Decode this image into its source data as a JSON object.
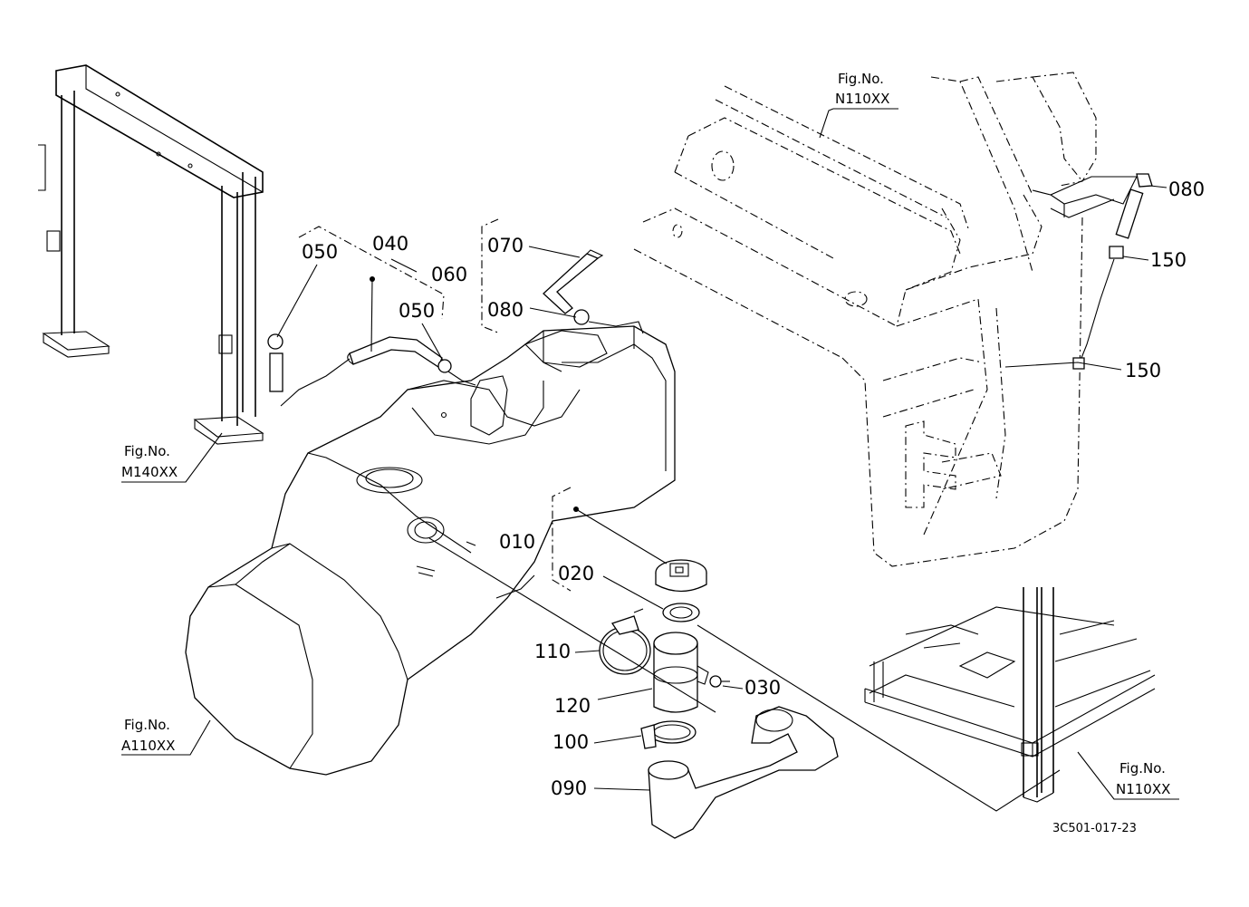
{
  "part_labels": {
    "p010": "010",
    "p020": "020",
    "p030": "030",
    "p040": "040",
    "p050a": "050",
    "p050b": "050",
    "p060": "060",
    "p070": "070",
    "p080a": "080",
    "p080b": "080",
    "p090": "090",
    "p100": "100",
    "p110": "110",
    "p120": "120",
    "p150a": "150",
    "p150b": "150"
  },
  "figure_refs": {
    "top_prefix": "Fig.No.",
    "top_code": "N110XX",
    "left_prefix": "Fig.No.",
    "left_code": "M140XX",
    "bottom_left_prefix": "Fig.No.",
    "bottom_left_code": "A110XX",
    "bottom_right_prefix": "Fig.No.",
    "bottom_right_code": "N110XX"
  },
  "drawing_code": "3C501-017-23"
}
